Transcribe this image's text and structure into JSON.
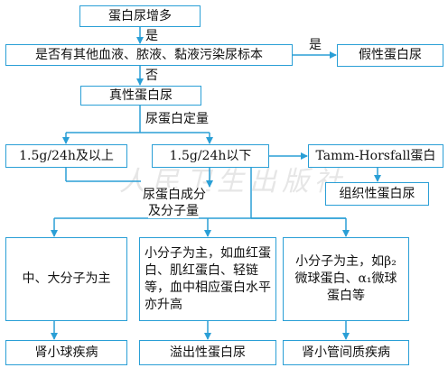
{
  "colors": {
    "line": "#2a9fd6",
    "text": "#111111"
  },
  "nodes": {
    "proteinuria_increase": "蛋白尿增多",
    "contaminated": "是否有其他血液、脓液、黏液污染尿标本",
    "false_proteinuria": "假性蛋白尿",
    "true_proteinuria": "真性蛋白尿",
    "qty_ge": "1.5g/24h及以上",
    "qty_lt": "1.5g/24h以下",
    "tamm": "Tamm-Horsfall蛋白",
    "tissue": "组织性蛋白尿",
    "mid_large": "中、大分子为主",
    "small_blood": "小分子为主，如血红蛋白、肌红蛋白、轻链等，血中相应蛋白水平亦升高",
    "small_micro": "小分子为主，如β₂微球蛋白、α₁微球蛋白等",
    "glomerular": "肾小球疾病",
    "overflow": "溢出性蛋白尿",
    "tubular": "肾小管间质疾病"
  },
  "labels": {
    "yes_down": "是",
    "yes_right": "是",
    "no_down": "否",
    "quantify": "尿蛋白定量",
    "composition_line1": "尿蛋白成分",
    "composition_line2": "及分子量"
  },
  "watermark": "人民卫生出版社"
}
